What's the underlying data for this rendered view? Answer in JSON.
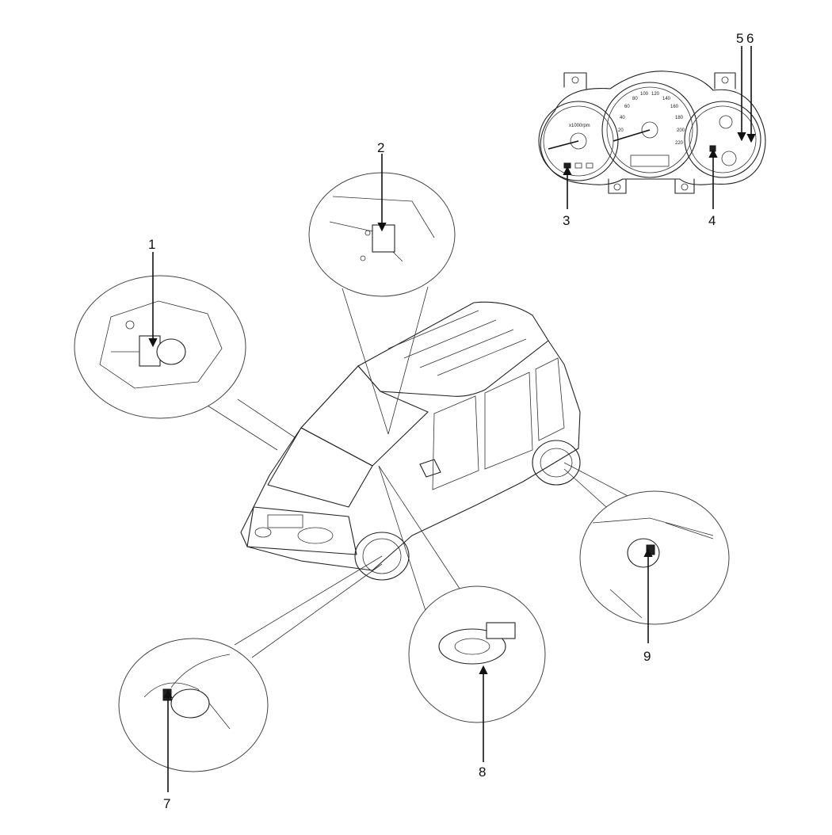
{
  "diagram": {
    "callouts": [
      {
        "id": "1",
        "label": "1"
      },
      {
        "id": "2",
        "label": "2"
      },
      {
        "id": "3",
        "label": "3"
      },
      {
        "id": "4",
        "label": "4"
      },
      {
        "id": "5",
        "label": "5"
      },
      {
        "id": "6",
        "label": "6"
      },
      {
        "id": "7",
        "label": "7"
      },
      {
        "id": "8",
        "label": "8"
      },
      {
        "id": "9",
        "label": "9"
      }
    ],
    "cluster_gauge_text": {
      "tach_unit": "x1000rpm",
      "speed_ticks": [
        "20",
        "40",
        "60",
        "80",
        "100",
        "120",
        "140",
        "160",
        "180",
        "200",
        "220"
      ]
    }
  }
}
